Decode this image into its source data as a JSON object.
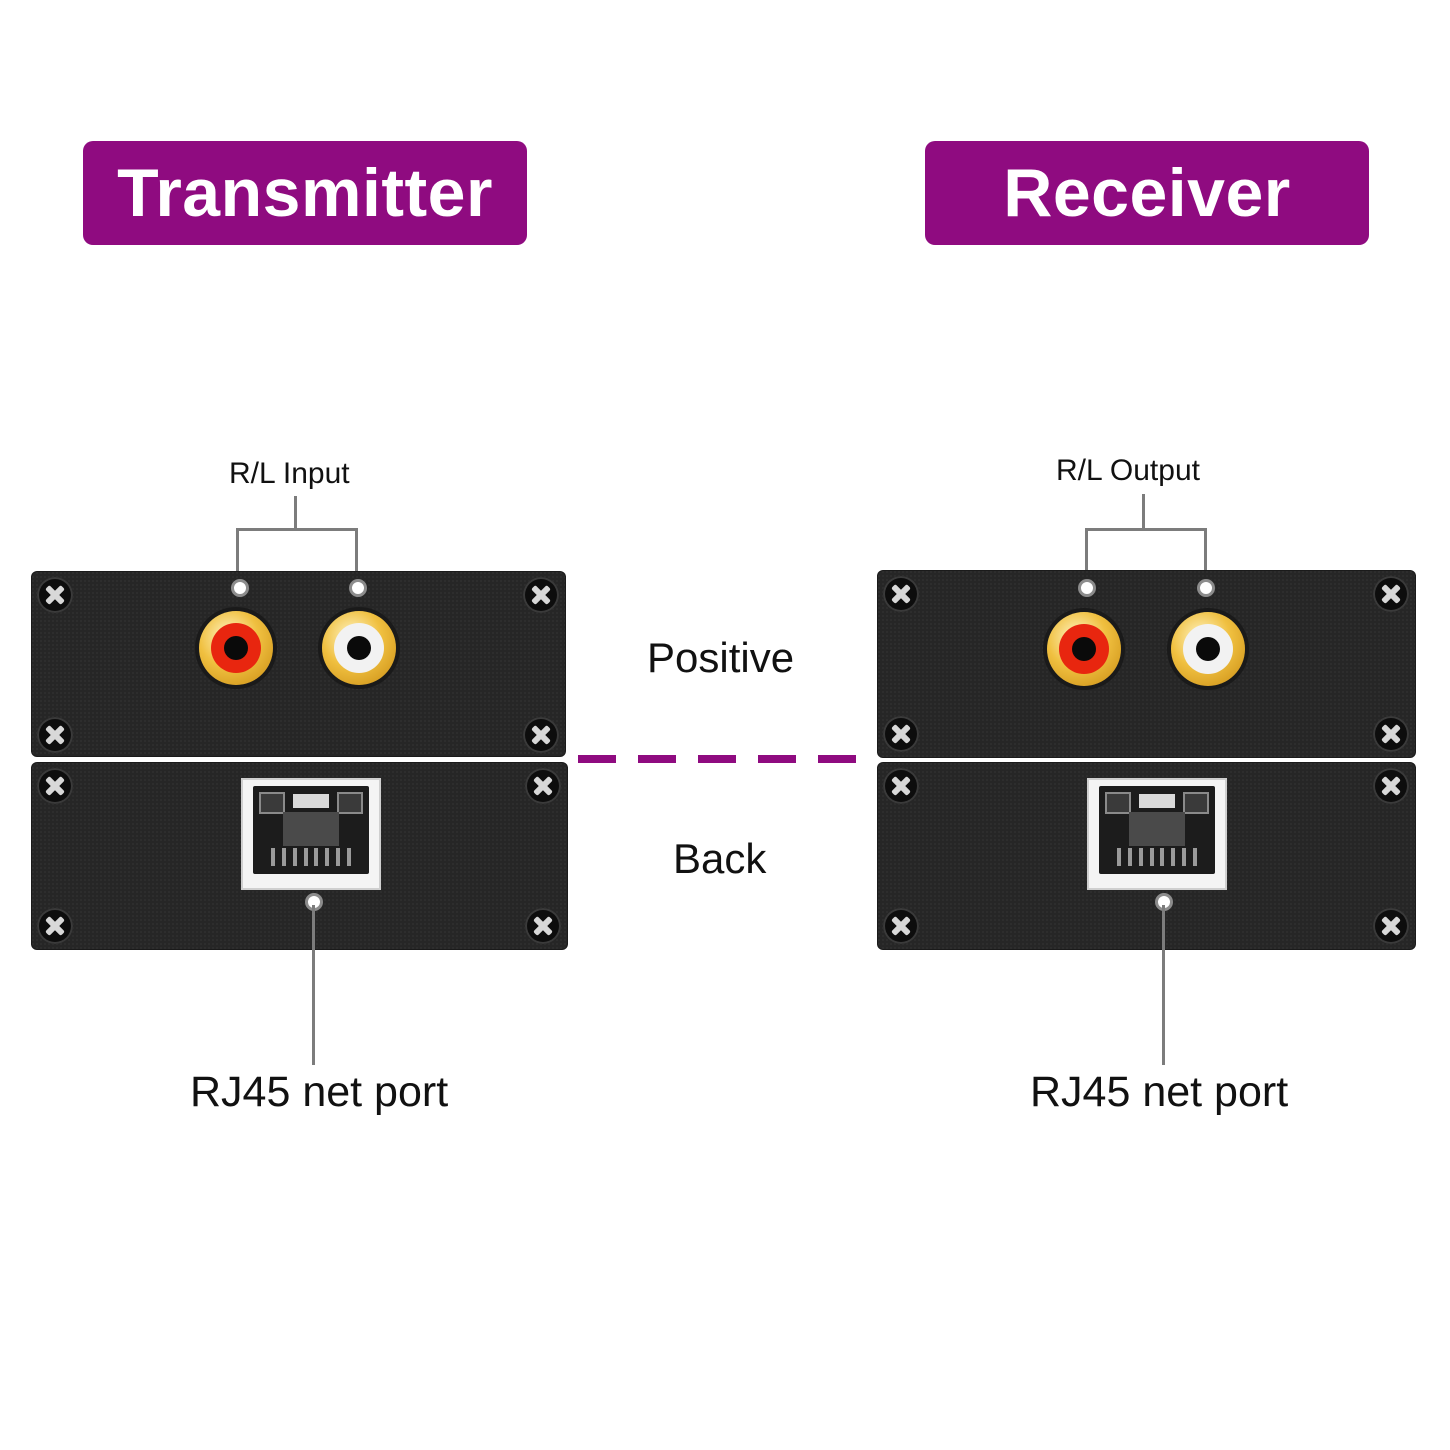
{
  "colors": {
    "accent": "#8f0b80",
    "rca_red": "#e8260f",
    "rca_white": "#f2f2f2",
    "panel": "#262626"
  },
  "transmitter": {
    "title": "Transmitter",
    "rl_label": "R/L Input",
    "rj45_label": "RJ45 net port"
  },
  "receiver": {
    "title": "Receiver",
    "rl_label": "R/L Output",
    "rj45_label": "RJ45 net port"
  },
  "views": {
    "front": "Positive",
    "rear": "Back"
  }
}
